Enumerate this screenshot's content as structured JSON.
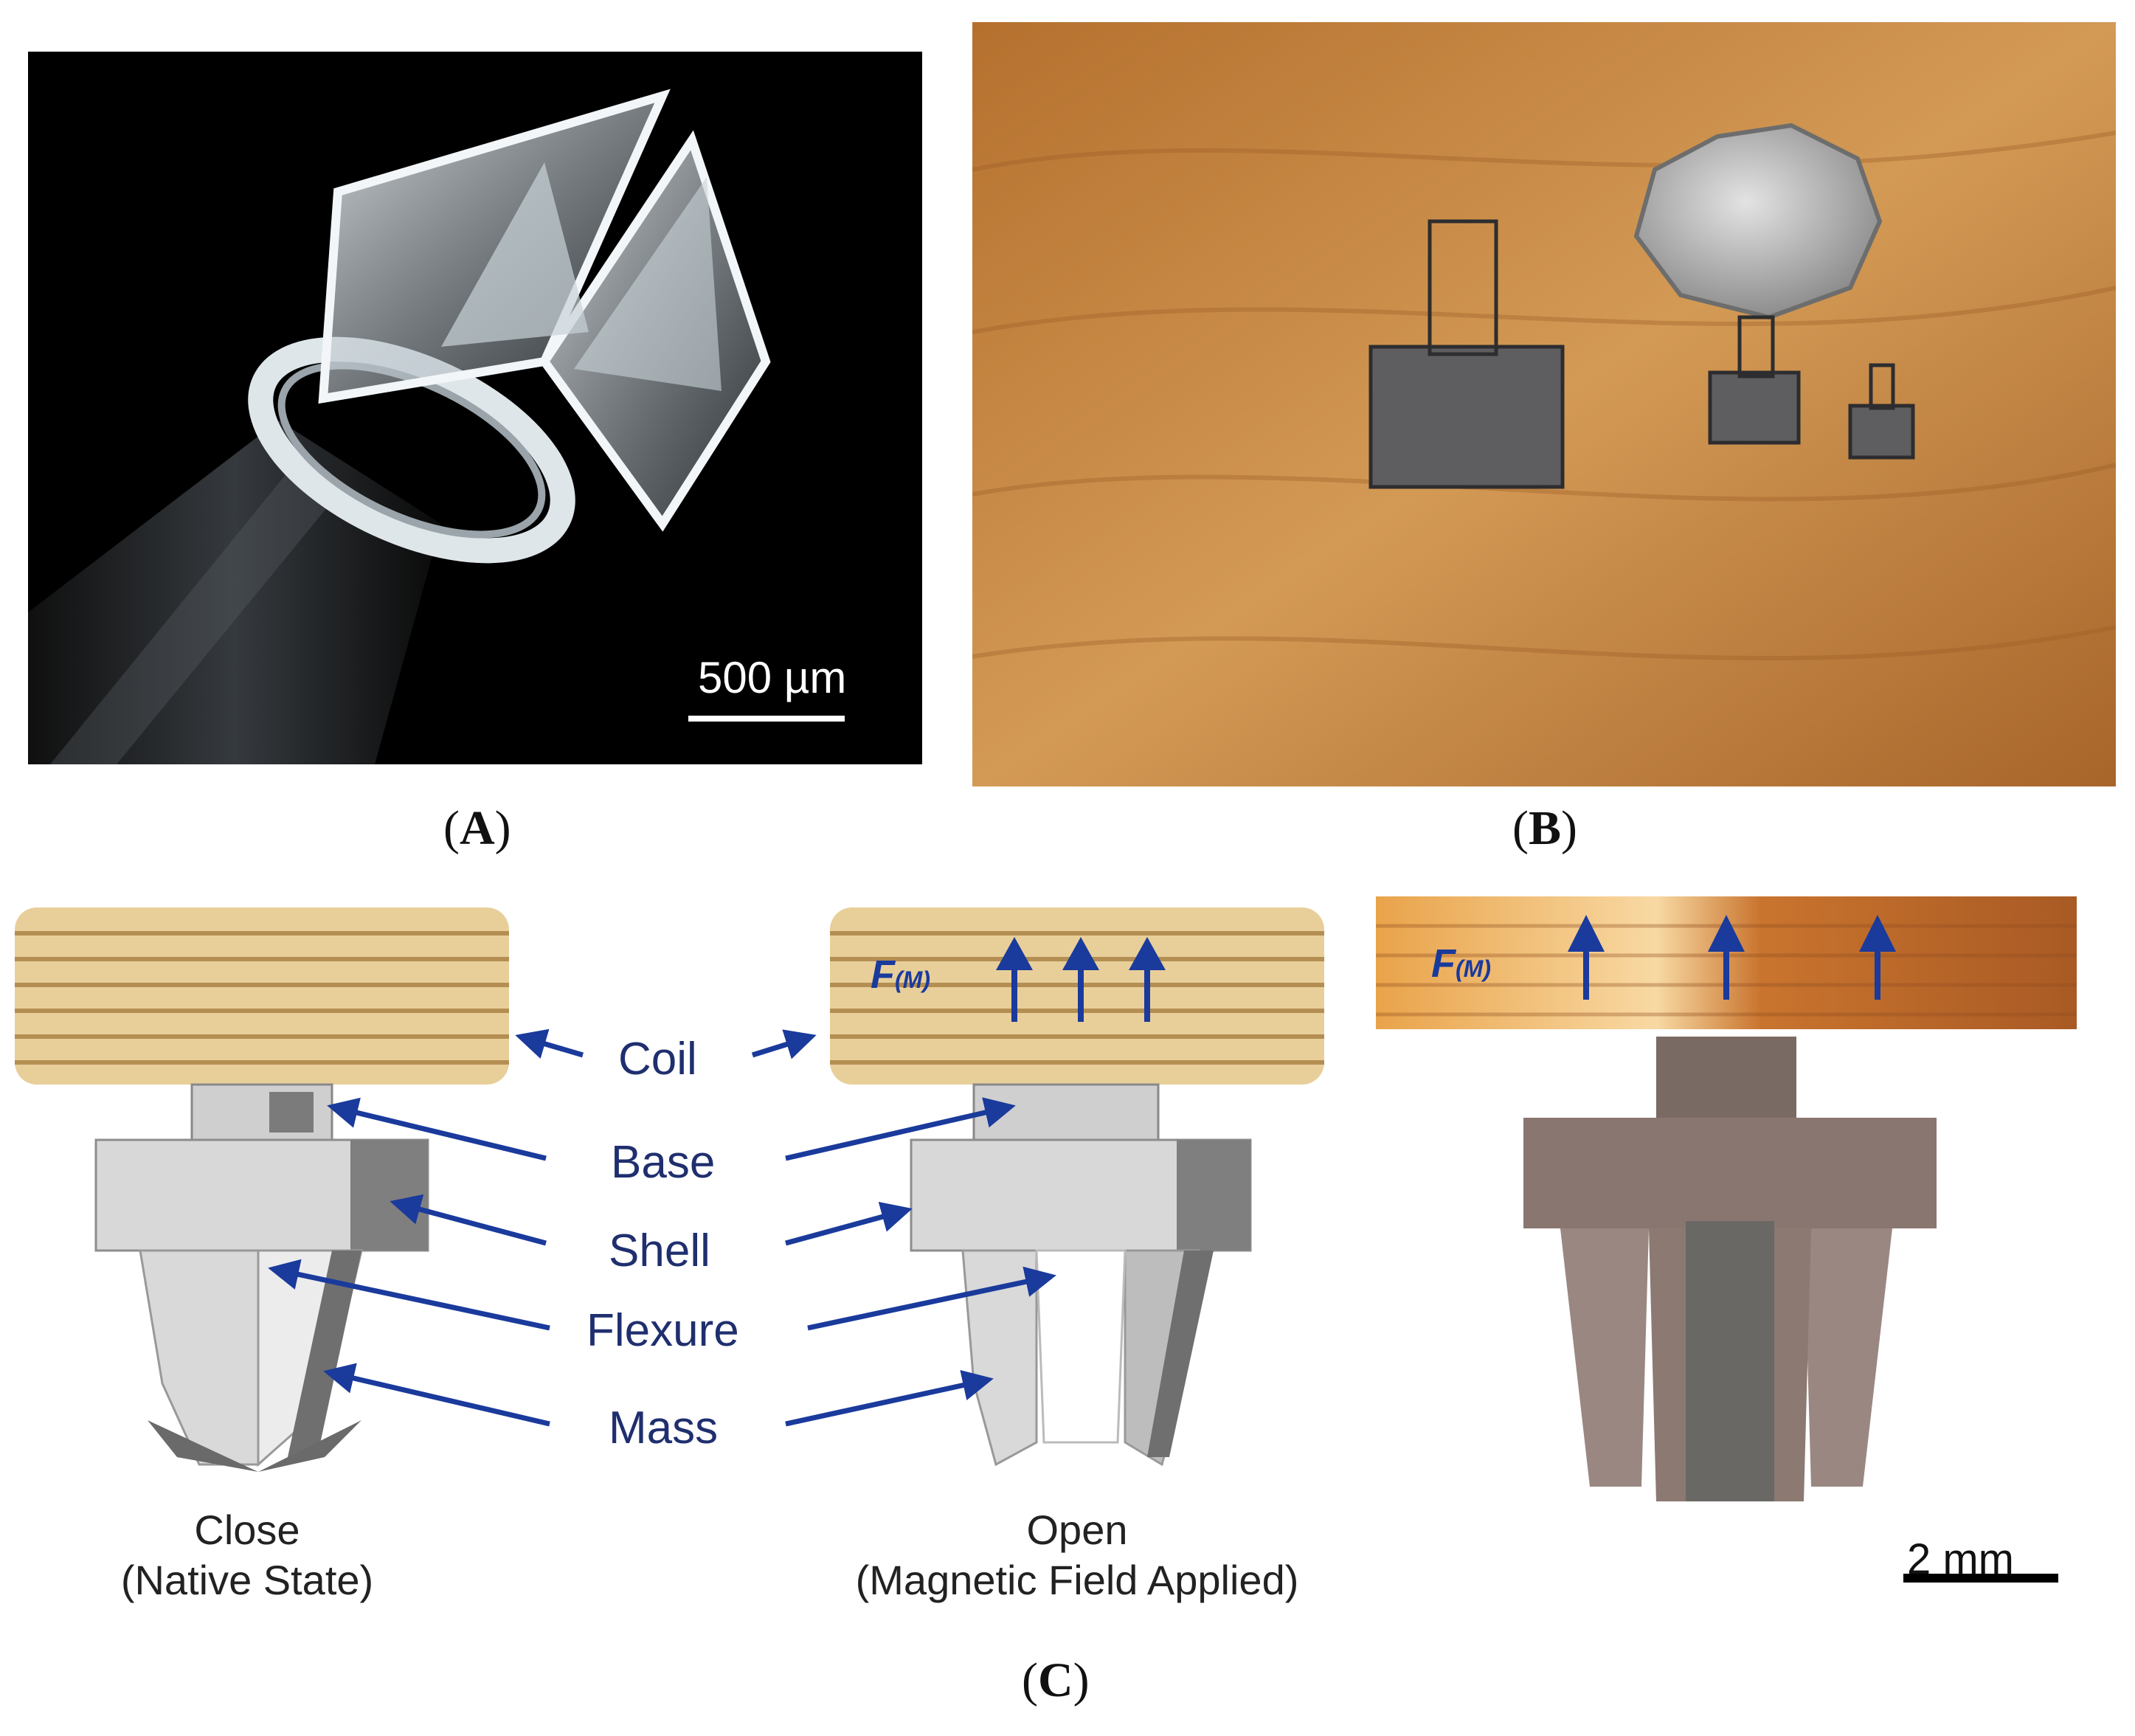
{
  "panels": {
    "a": {
      "label_open": "(",
      "label_letter": "A",
      "label_close": ")",
      "scale_bar": "500 µm"
    },
    "b": {
      "label_open": "(",
      "label_letter": "B",
      "label_close": ")"
    },
    "c": {
      "label_open": "(",
      "label_letter": "C",
      "label_close": ")",
      "labels": {
        "coil": "Coil",
        "base": "Base",
        "shell": "Shell",
        "flexure": "Flexure",
        "mass": "Mass"
      },
      "force_label_main": "F",
      "force_label_sub": "(M)",
      "close_title": "Close",
      "close_subtitle": "(Native State)",
      "open_title": "Open",
      "open_subtitle": "(Magnetic Field Applied)",
      "scale_bar": "2 mm"
    }
  },
  "colors": {
    "arrow": "#1a3a9c",
    "label": "#1f2f6e",
    "coil": "#e8cf9a",
    "wood": "#c9883f"
  }
}
